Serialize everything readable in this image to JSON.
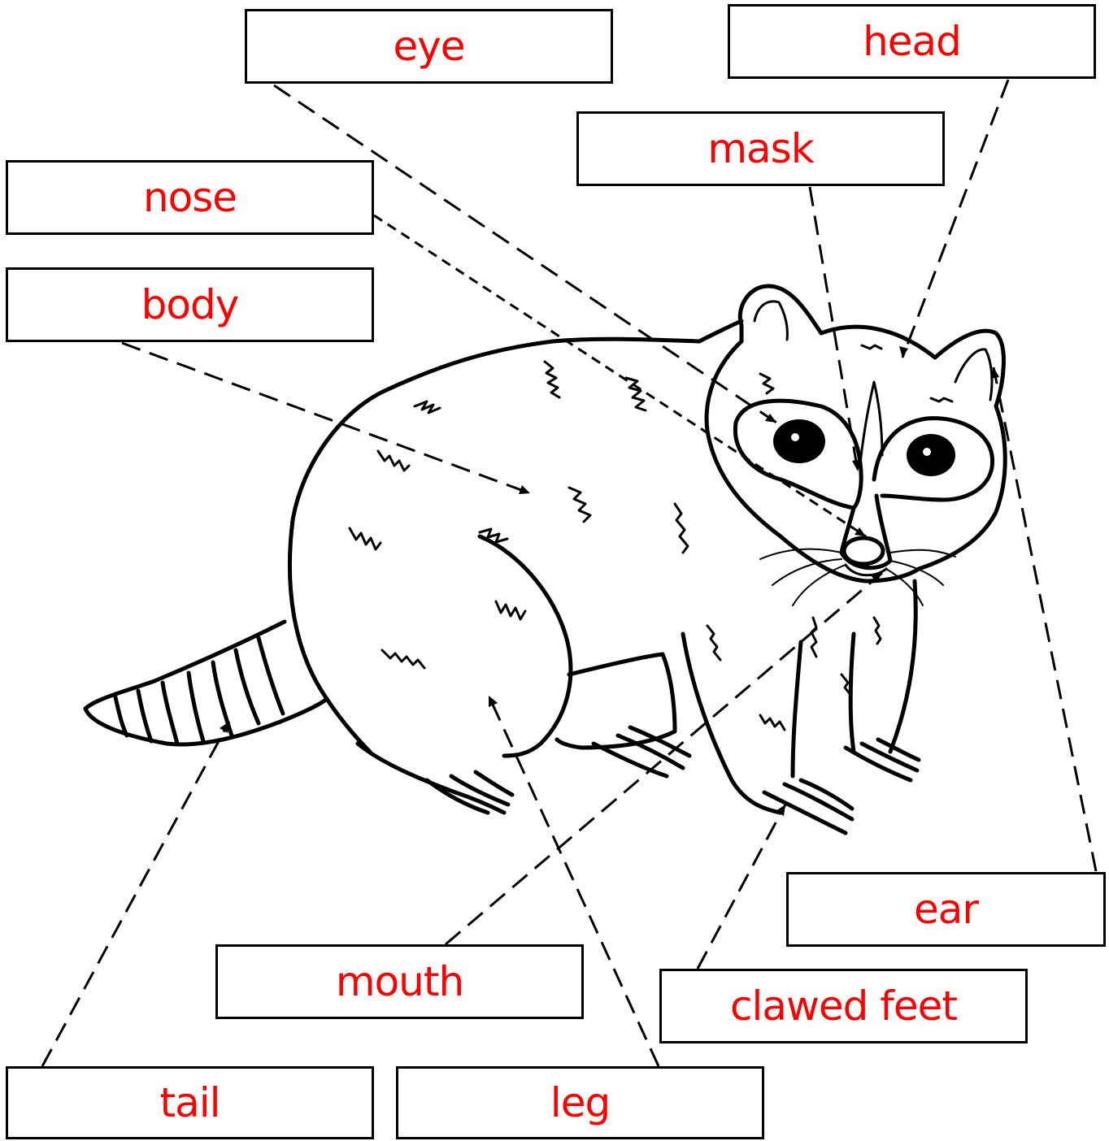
{
  "labels": {
    "eye": "eye",
    "head": "head",
    "mask": "mask",
    "nose": "nose",
    "body": "body",
    "ear": "ear",
    "mouth": "mouth",
    "clawed_feet": "clawed feet",
    "tail": "tail",
    "leg": "leg"
  },
  "colors": {
    "label_text": "#ff0000",
    "line": "#000000",
    "background": "#ffffff"
  }
}
